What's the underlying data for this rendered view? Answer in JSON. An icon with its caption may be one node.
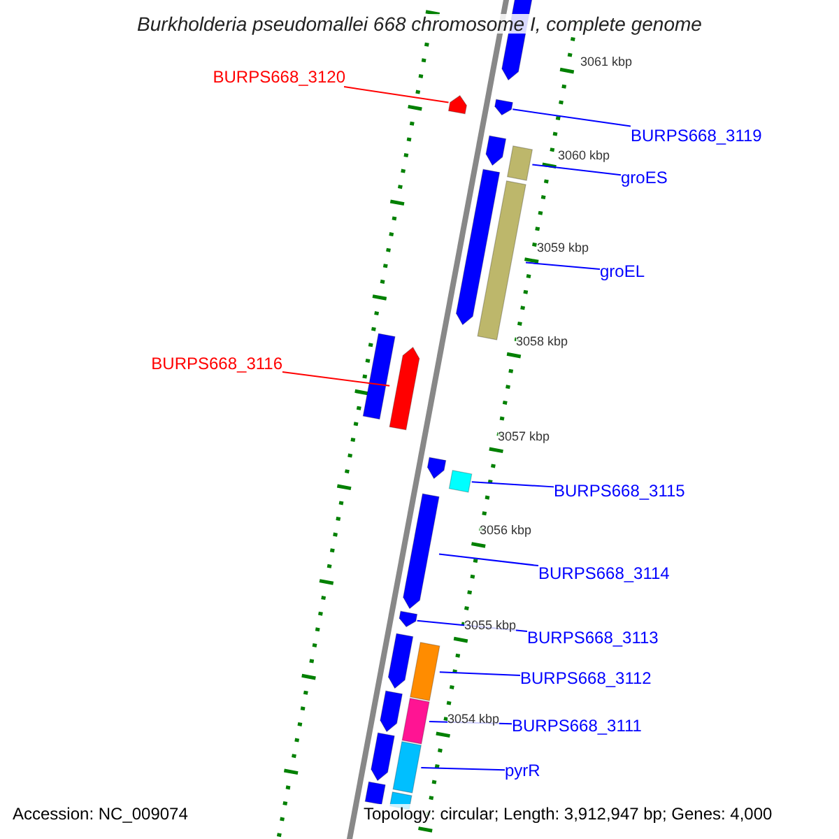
{
  "diagram": {
    "title": "Burkholderia pseudomallei 668 chromosome I, complete genome",
    "nodes": [
      {
        "text": [
          "BURPS668_3120"
        ]
      },
      {
        "text": [
          "BURPS668_3119"
        ]
      },
      {
        "text": [
          "groES"
        ]
      },
      {
        "text": [
          "groEL"
        ]
      },
      {
        "text": [
          "BURPS668_3116"
        ]
      },
      {
        "text": [
          "BURPS668_3115"
        ]
      },
      {
        "text": [
          "BURPS668_3114"
        ]
      },
      {
        "text": [
          "BURPS668_3113"
        ]
      },
      {
        "text": [
          "BURPS668_3112"
        ]
      },
      {
        "text": [
          "BURPS668_3111"
        ]
      },
      {
        "text": [
          "pyrR"
        ]
      },
      {
        "text": [],
        "shape": "pentagon"
      },
      {
        "text": [],
        "shape": "pentagon"
      },
      {
        "text": [],
        "shape": "bar"
      },
      {
        "text": [],
        "shape": "bar"
      },
      {
        "text": [],
        "shape": "pentagon"
      },
      {
        "text": [],
        "shape": "bar"
      },
      {
        "text": [],
        "shape": "pentagon"
      },
      {
        "text": [],
        "shape": "pentagon"
      },
      {
        "text": [],
        "shape": "bar"
      },
      {
        "text": [],
        "shape": "bar"
      },
      {
        "text": [],
        "shape": "bar"
      },
      {
        "text": [],
        "shape": "pentagon"
      },
      {
        "text": [],
        "shape": "pentagon"
      },
      {
        "text": [],
        "shape": "pentagon"
      },
      {
        "text": [],
        "shape": "bar"
      },
      {
        "text": [],
        "shape": "pentagon"
      },
      {
        "text": [],
        "shape": "pentagon"
      },
      {
        "text": [],
        "shape": "pentagon"
      },
      {
        "text": [],
        "shape": "pentagon"
      },
      {
        "text": [],
        "shape": "bar"
      },
      {
        "text": [],
        "shape": "bar"
      }
    ],
    "edges": [
      {
        "from": 0,
        "to": 11,
        "arrow": "none",
        "color": "#ff0000"
      },
      {
        "from": 1,
        "to": 12,
        "arrow": "none"
      },
      {
        "from": 2,
        "to": 13,
        "arrow": "none"
      },
      {
        "from": 3,
        "to": 14,
        "arrow": "none"
      },
      {
        "from": 4,
        "to": 15,
        "arrow": "none",
        "color": "#ff0000"
      },
      {
        "from": 5,
        "to": 16,
        "arrow": "none"
      },
      {
        "from": 6,
        "to": 17,
        "arrow": "none"
      },
      {
        "from": 7,
        "to": 18,
        "arrow": "none"
      },
      {
        "from": 8,
        "to": 19,
        "arrow": "none"
      },
      {
        "from": 9,
        "to": 20,
        "arrow": "none"
      },
      {
        "from": 10,
        "to": 21,
        "arrow": "none"
      }
    ],
    "labels": [
      "3061 kbp",
      "3060 kbp",
      "3059 kbp",
      "3058 kbp",
      "3057 kbp",
      "3056 kbp",
      "3055 kbp",
      "3054 kbp",
      "Accession: NC_009074",
      "Topology: circular; Length: 3,912,947 bp; Genes: 4,000"
    ]
  }
}
